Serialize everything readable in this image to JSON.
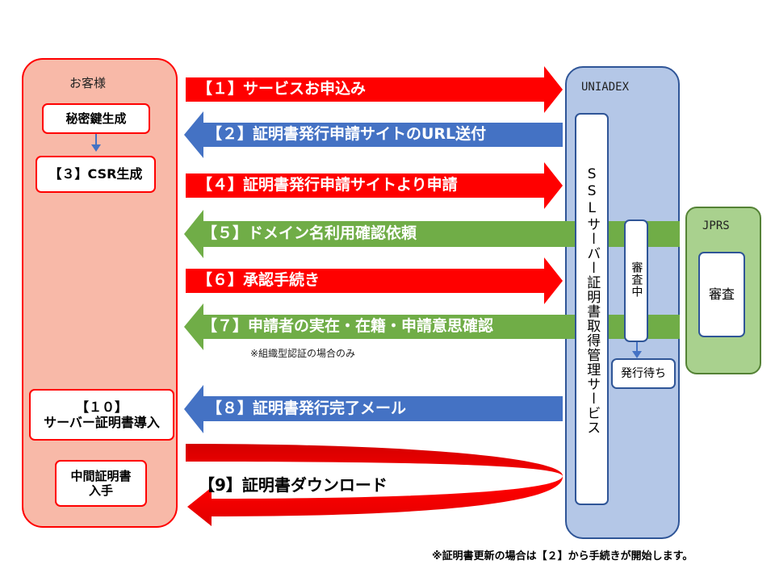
{
  "lanes": {
    "customer": "お客様",
    "uniadex": "UNIADEX",
    "jprs": "JPRS"
  },
  "boxes": {
    "private_key": "秘密鍵生成",
    "csr": "【３】CSR生成",
    "install_line1": "【１０】",
    "install_line2": "サーバー証明書導入",
    "intermediate_line1": "中間証明書",
    "intermediate_line2": "入手",
    "ssl_service": "SSLサーバー証明書取得管理サービス",
    "reviewing": "審査中",
    "waiting": "発行待ち",
    "review": "審査"
  },
  "steps": {
    "s1": "【１】サービスお申込み",
    "s2": "【２】証明書発行申請サイトのURL送付",
    "s4": "【４】証明書発行申請サイトより申請",
    "s5": "【５】ドメイン名利用確認依頼",
    "s6": "【６】承認手続き",
    "s7": "【７】申請者の実在・在籍・申請意思確認",
    "s7_note": "※組織型認証の場合のみ",
    "s8": "【８】証明書発行完了メール",
    "s9": "【9】証明書ダウンロード"
  },
  "footnote": "※証明書更新の場合は【２】から手続きが開始します。",
  "colors": {
    "red": "#ff0000",
    "blue": "#4472c4",
    "green": "#70ad47"
  }
}
